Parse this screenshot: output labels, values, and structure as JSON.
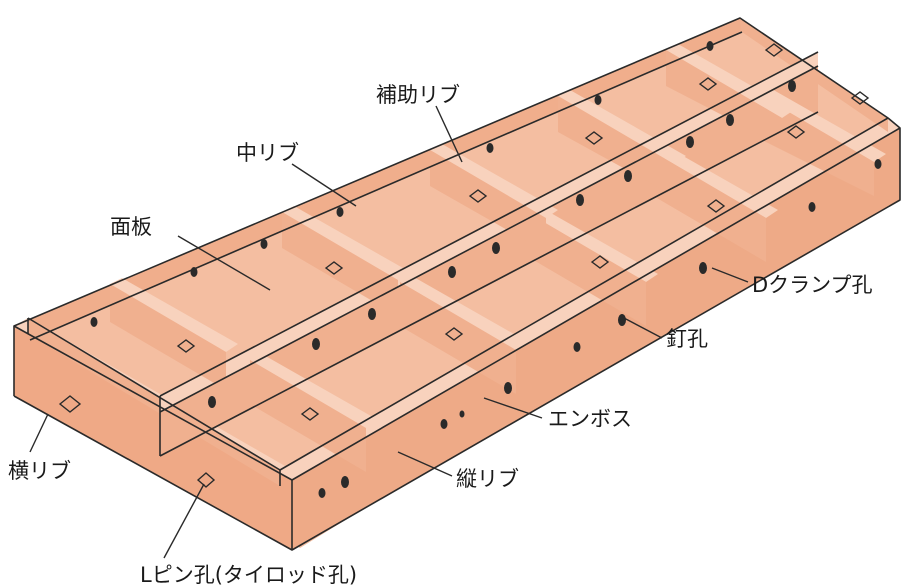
{
  "figure": {
    "colors": {
      "panel_face": "#f2b697",
      "panel_floor": "#f4bea1",
      "outer_side": "#eeaa87",
      "rib_face": "#f0b08f",
      "rib_top": "#f8d2bd",
      "line": "#2a2a2a"
    },
    "labels": {
      "auxiliary_rib": "補助リブ",
      "middle_rib": "中リブ",
      "face_plate": "面板",
      "d_clamp_hole": "Dクランプ孔",
      "nail_hole": "釘孔",
      "emboss": "エンボス",
      "vertical_rib": "縦リブ",
      "horizontal_rib": "横リブ",
      "l_pin_hole": "Lピン孔(タイロッド孔)"
    }
  }
}
